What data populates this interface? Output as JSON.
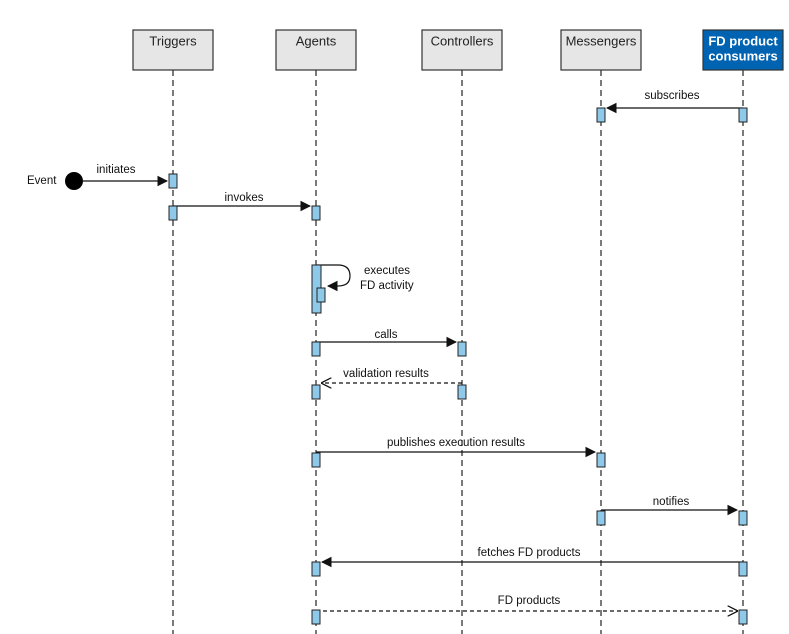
{
  "participants": [
    {
      "id": "triggers",
      "label_lines": [
        "Triggers"
      ]
    },
    {
      "id": "agents",
      "label_lines": [
        "Agents"
      ]
    },
    {
      "id": "controllers",
      "label_lines": [
        "Controllers"
      ]
    },
    {
      "id": "messengers",
      "label_lines": [
        "Messengers"
      ]
    },
    {
      "id": "consumers",
      "label_lines": [
        "FD product",
        "consumers"
      ],
      "highlight": true
    }
  ],
  "start_event": {
    "label": "Event"
  },
  "messages": {
    "subscribes": "subscribes",
    "initiates": "initiates",
    "invokes": "invokes",
    "executes": [
      "executes",
      "FD activity"
    ],
    "calls": "calls",
    "validation": "validation results",
    "publishes": "publishes execution results",
    "notifies": "notifies",
    "fetches": "fetches FD products",
    "products": "FD products"
  },
  "colors": {
    "header_fill": "#e6e6e6",
    "header_highlight_fill": "#0063b1",
    "activation_fill": "#8ec9ea"
  }
}
